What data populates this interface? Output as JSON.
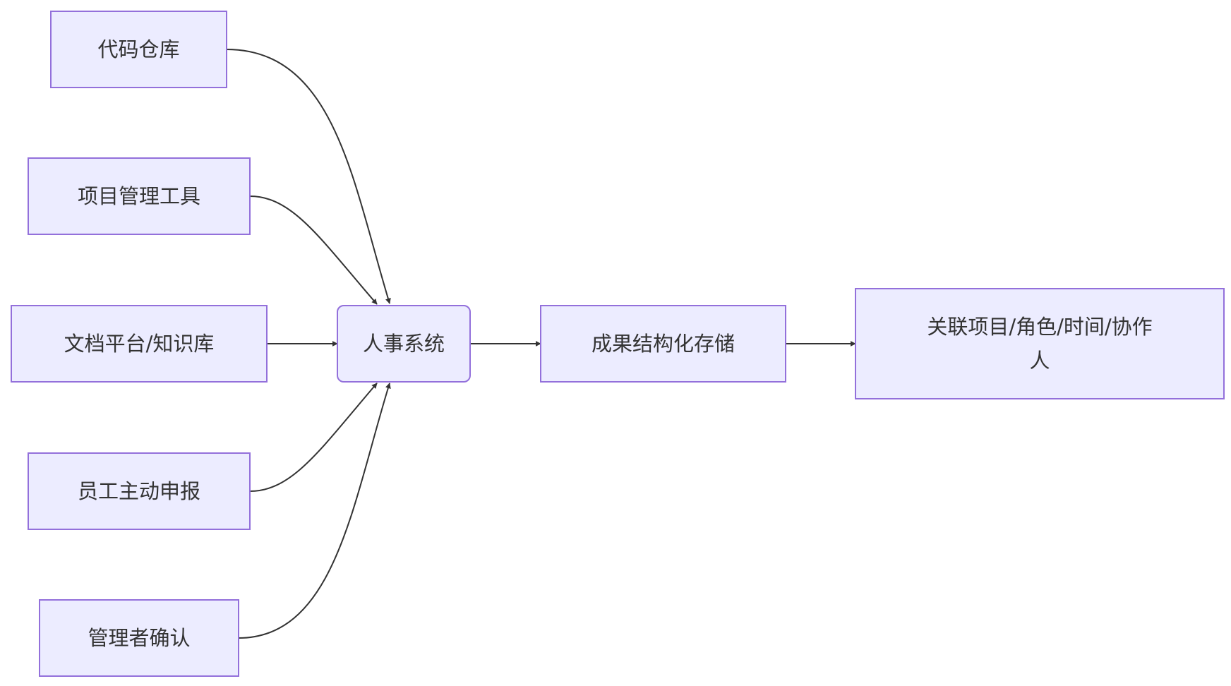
{
  "diagram": {
    "type": "flowchart",
    "direction": "left-to-right",
    "colors": {
      "node_fill": "#ECECFF",
      "node_stroke": "#9370DB",
      "edge": "#333333",
      "text": "#333333",
      "background": "#FFFFFF"
    },
    "nodes": [
      {
        "id": "code_repo",
        "label": "代码仓库",
        "shape": "rect"
      },
      {
        "id": "pm_tools",
        "label": "项目管理工具",
        "shape": "rect"
      },
      {
        "id": "doc_platform",
        "label": "文档平台/知识库",
        "shape": "rect"
      },
      {
        "id": "self_report",
        "label": "员工主动申报",
        "shape": "rect"
      },
      {
        "id": "manager_confirm",
        "label": "管理者确认",
        "shape": "rect"
      },
      {
        "id": "hr_system",
        "label": "人事系统",
        "shape": "rounded-rect"
      },
      {
        "id": "structured_storage",
        "label": "成果结构化存储",
        "shape": "rect"
      },
      {
        "id": "linkage",
        "label": "关联项目/角色/时间/协作人",
        "label_lines": [
          "关联项目/角色/时间/协作",
          "人"
        ],
        "shape": "rect"
      }
    ],
    "edges": [
      {
        "from": "code_repo",
        "to": "hr_system"
      },
      {
        "from": "pm_tools",
        "to": "hr_system"
      },
      {
        "from": "doc_platform",
        "to": "hr_system"
      },
      {
        "from": "self_report",
        "to": "hr_system"
      },
      {
        "from": "manager_confirm",
        "to": "hr_system"
      },
      {
        "from": "hr_system",
        "to": "structured_storage"
      },
      {
        "from": "structured_storage",
        "to": "linkage"
      }
    ]
  }
}
